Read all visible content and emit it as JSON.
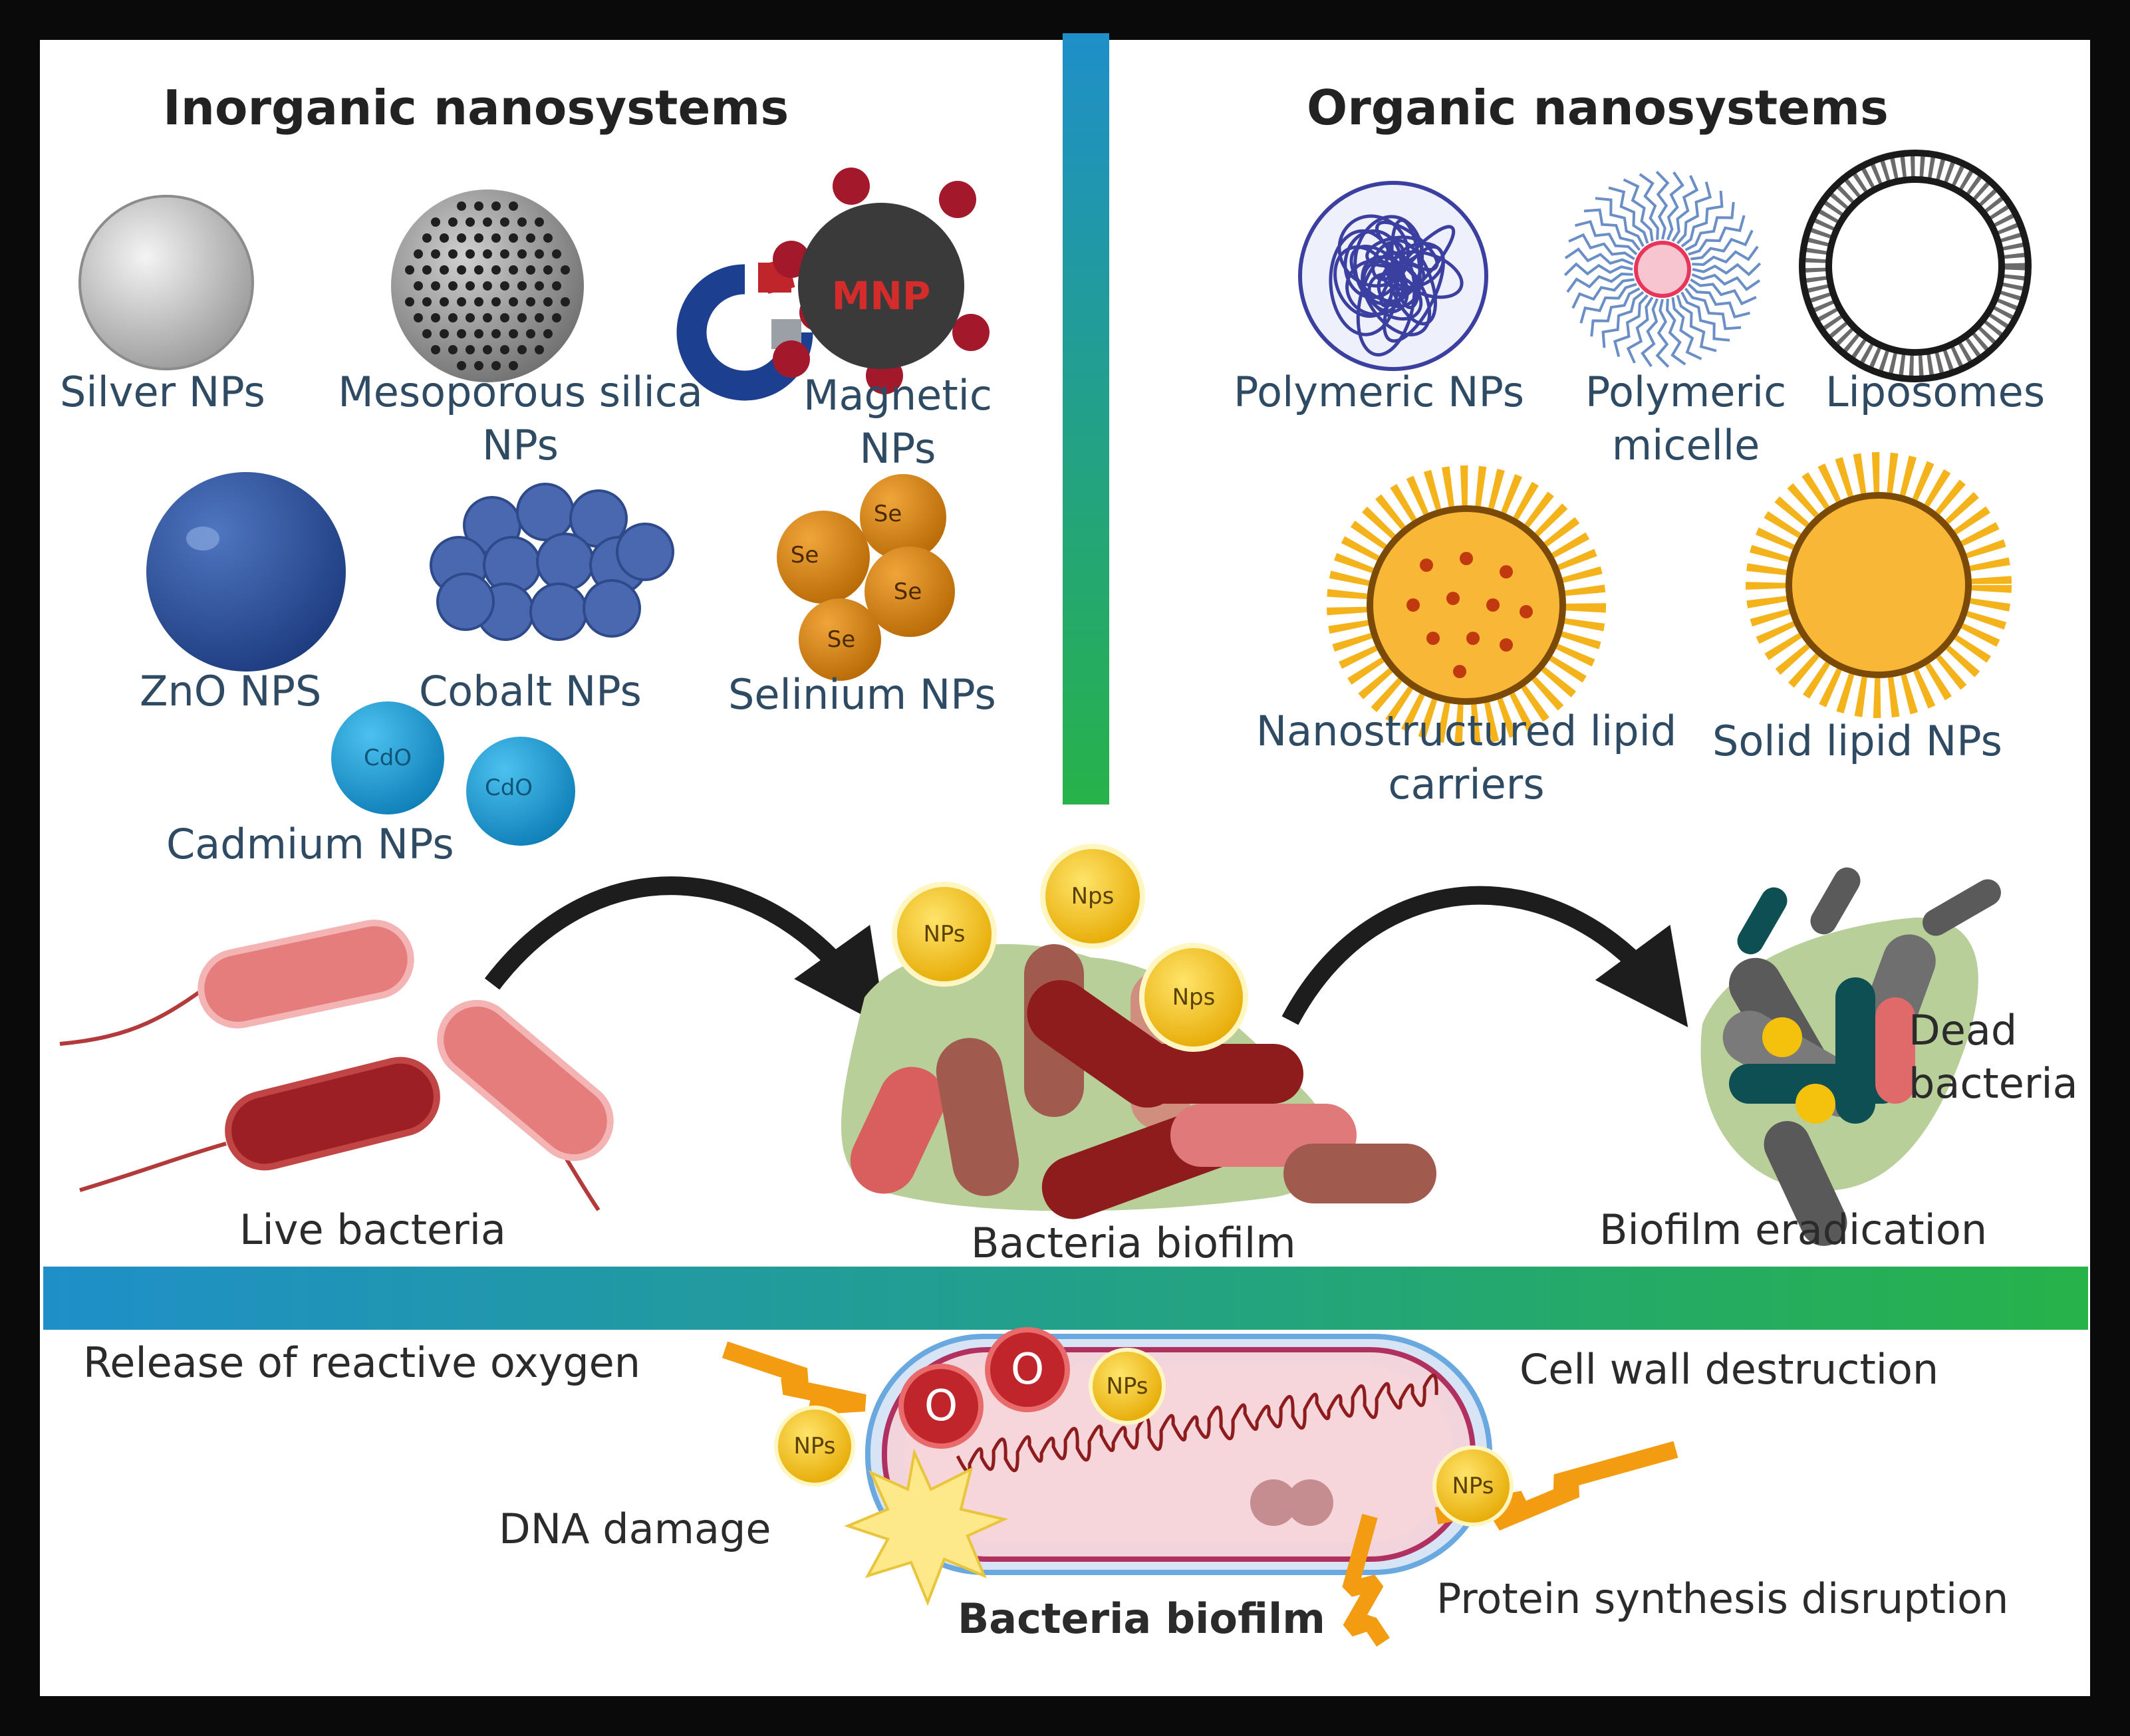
{
  "headings": {
    "inorganic": "Inorganic nanosystems",
    "organic": "Organic nanosystems"
  },
  "inorganic_items": {
    "silver": "Silver NPs",
    "silica": "Mesoporous silica NPs",
    "magnetic": "Magnetic NPs",
    "magnetic_tag": "MNP",
    "zno": "ZnO NPS",
    "cobalt": "Cobalt NPs",
    "selenium": "Selinium NPs",
    "selenium_tag": "Se",
    "cadmium": "Cadmium NPs",
    "cadmium_tag": "CdO"
  },
  "organic_items": {
    "polymeric_nps": "Polymeric NPs",
    "polymeric_micelle": "Polymeric micelle",
    "liposomes": "Liposomes",
    "nlc": "Nanostructured lipid carriers",
    "sln": "Solid lipid NPs"
  },
  "process": {
    "live": "Live bacteria",
    "biofilm": "Bacteria biofilm",
    "eradication": "Biofilm eradication",
    "dead": "Dead bacteria",
    "np_tag_1": "NPs",
    "np_tag_2": "Nps",
    "np_tag_3": "Nps"
  },
  "mechanism": {
    "ros": "Release of reactive oxygen",
    "cell_wall": "Cell wall destruction",
    "dna": "DNA damage",
    "protein": "Protein synthesis disruption",
    "title": "Bacteria biofilm",
    "np_tag": "NPs",
    "ros_tag": "O"
  },
  "colors": {
    "frame": "#0a0a0a",
    "divider_top": "#1f8fc9",
    "divider_bottom": "#27b24a",
    "text": "#2f4b63",
    "np_gold": "#f4c20d",
    "bacteria_pink": "#e07a7a",
    "bacteria_dark": "#8e1c1c"
  }
}
